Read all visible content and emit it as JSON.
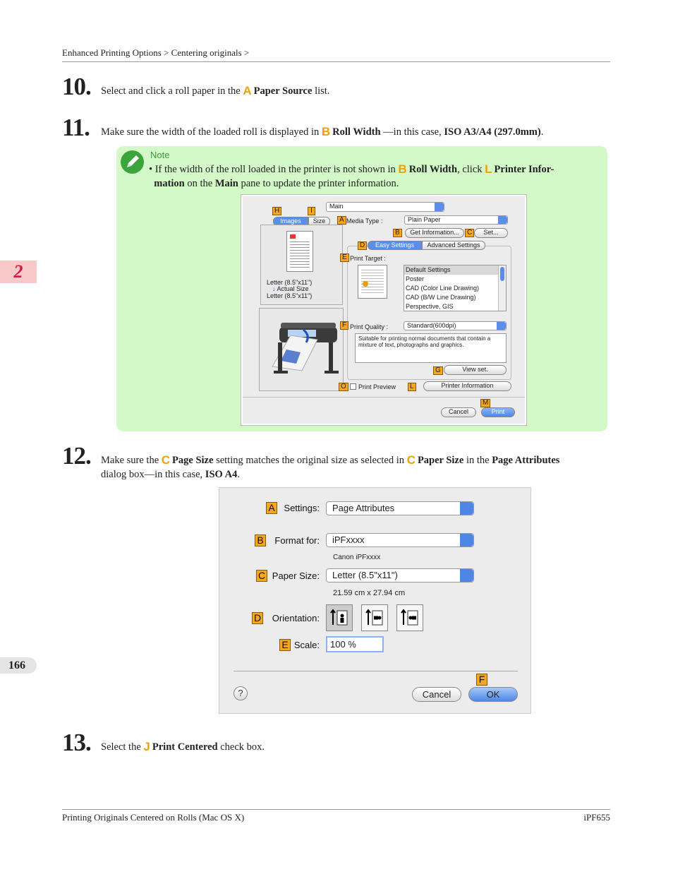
{
  "header": {
    "breadcrumb": "Enhanced Printing Options > Centering originals >"
  },
  "chapter": "2",
  "page_number": "166",
  "steps": [
    {
      "num": "10.",
      "pre": "Select and click a roll paper in the",
      "tag": "A",
      "bold": "Paper Source",
      "post": "list."
    },
    {
      "num": "11.",
      "pre": "Make sure the width of the loaded roll is displayed in",
      "tag": "B",
      "bold": "Roll Width",
      "mid": " —in this case, ",
      "bold2": "ISO A3/A4 (297.0mm)",
      "post": "."
    },
    {
      "num": "12.",
      "pre": "Make sure the",
      "tag": "C",
      "bold": "Page Size",
      "mid": "setting matches the original size as selected in",
      "tag2": "C",
      "bold2": "Paper Size",
      "mid2": "in the",
      "bold3": "Page Attributes",
      "line2a": "dialog box—in this case,",
      "bold4": "ISO A4",
      "post": "."
    },
    {
      "num": "13.",
      "pre": "Select the",
      "tag": "J",
      "bold": "Print Centered",
      "post": "check box."
    }
  ],
  "note": {
    "label": "Note",
    "bullet": "•",
    "t1": "If the width of the roll loaded in the printer is not shown in",
    "tag1": "B",
    "b1": "Roll Width",
    "t2": ", click",
    "tag2": "L",
    "b2": "Printer Infor-",
    "b3": "mation",
    "t3": "on the",
    "b4": "Main",
    "t4": "pane to update the printer information."
  },
  "dialog1": {
    "tab_main": "Main",
    "tab_images": "Images",
    "tab_size": "Size",
    "media_type_label": "Media Type :",
    "media_type_value": "Plain Paper",
    "get_info": "Get Information...",
    "set": "Set...",
    "easy": "Easy Settings",
    "advanced": "Advanced Settings",
    "print_target_label": "Print Target :",
    "targets": [
      "Default Settings",
      "Poster",
      "CAD (Color Line Drawing)",
      "CAD (B/W Line Drawing)",
      "Perspective, GIS"
    ],
    "print_quality_label": "Print Quality :",
    "print_quality_value": "Standard(600dpi)",
    "quality_desc": "Suitable for printing normal documents that contain a mixture of text, photographs and graphics.",
    "view_set": "View set.",
    "print_preview": "Print Preview",
    "printer_info": "Printer Information",
    "cancel": "Cancel",
    "print": "Print",
    "paper1": "Letter (8.5\"x11\")",
    "actual": "Actual Size",
    "paper2": "Letter (8.5\"x11\")",
    "labels": {
      "H": "H",
      "I": "I",
      "A": "A",
      "B": "B",
      "C": "C",
      "D": "D",
      "E": "E",
      "F": "F",
      "G": "G",
      "O": "O",
      "L": "L",
      "M": "M"
    }
  },
  "dialog2": {
    "settings_label": "Settings:",
    "settings_value": "Page Attributes",
    "format_label": "Format for:",
    "format_value": "iPFxxxx",
    "format_sub": "Canon iPFxxxx",
    "paper_label": "Paper Size:",
    "paper_value": "Letter (8.5\"x11\")",
    "paper_sub": "21.59 cm x 27.94 cm",
    "orientation_label": "Orientation:",
    "scale_label": "Scale:",
    "scale_value": "100 %",
    "help": "?",
    "cancel": "Cancel",
    "ok": "OK",
    "labels": {
      "A": "A",
      "B": "B",
      "C": "C",
      "D": "D",
      "E": "E",
      "F": "F"
    }
  },
  "footer": {
    "left": "Printing Originals Centered on Rolls (Mac OS X)",
    "right": "iPF655"
  },
  "colors": {
    "tag": "#f0a000",
    "note_bg": "#d3f9c9",
    "chapter_bg": "#f9c9c9",
    "chapter_fg": "#d21e3e",
    "label_bg": "#f5a623"
  }
}
